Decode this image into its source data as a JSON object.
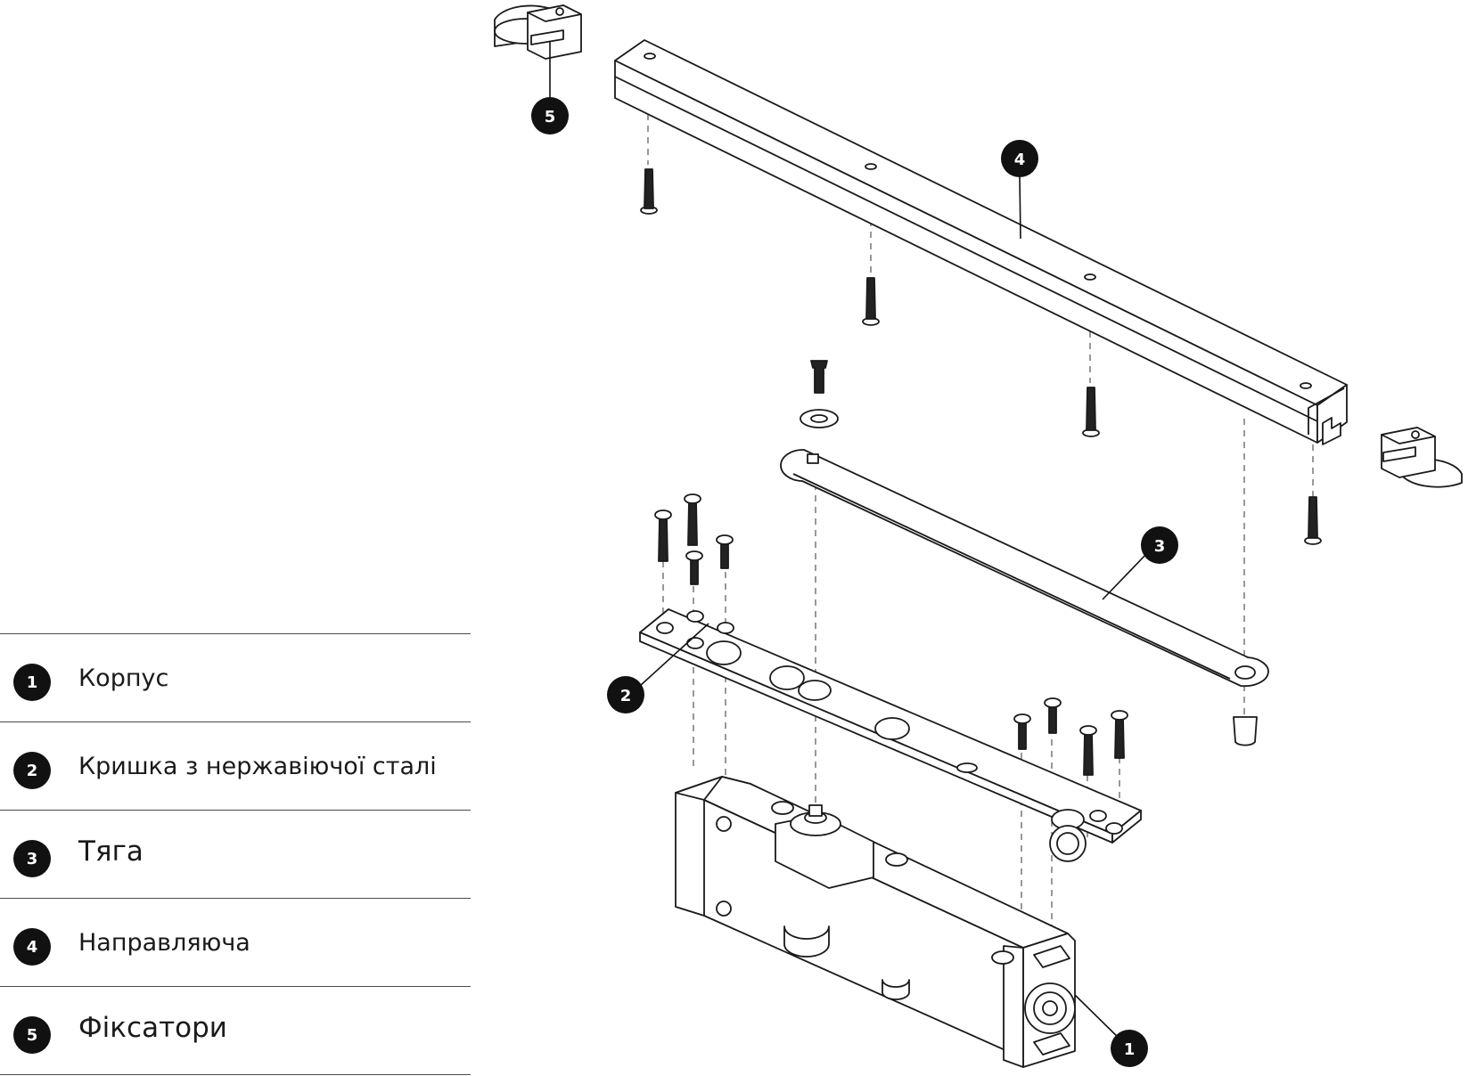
{
  "legend": [
    {
      "num": "1",
      "label": "Корпус"
    },
    {
      "num": "2",
      "label": "Кришка з нержавіючої сталі"
    },
    {
      "num": "3",
      "label": "Тяга"
    },
    {
      "num": "4",
      "label": "Направляюча"
    },
    {
      "num": "5",
      "label": "Фіксатори"
    }
  ],
  "callouts": {
    "c1": "1",
    "c2": "2",
    "c3": "3",
    "c4": "4",
    "c5": "5"
  },
  "colors": {
    "line": "#1a1a1a",
    "fill": "#ffffff",
    "callout": "#111111"
  }
}
